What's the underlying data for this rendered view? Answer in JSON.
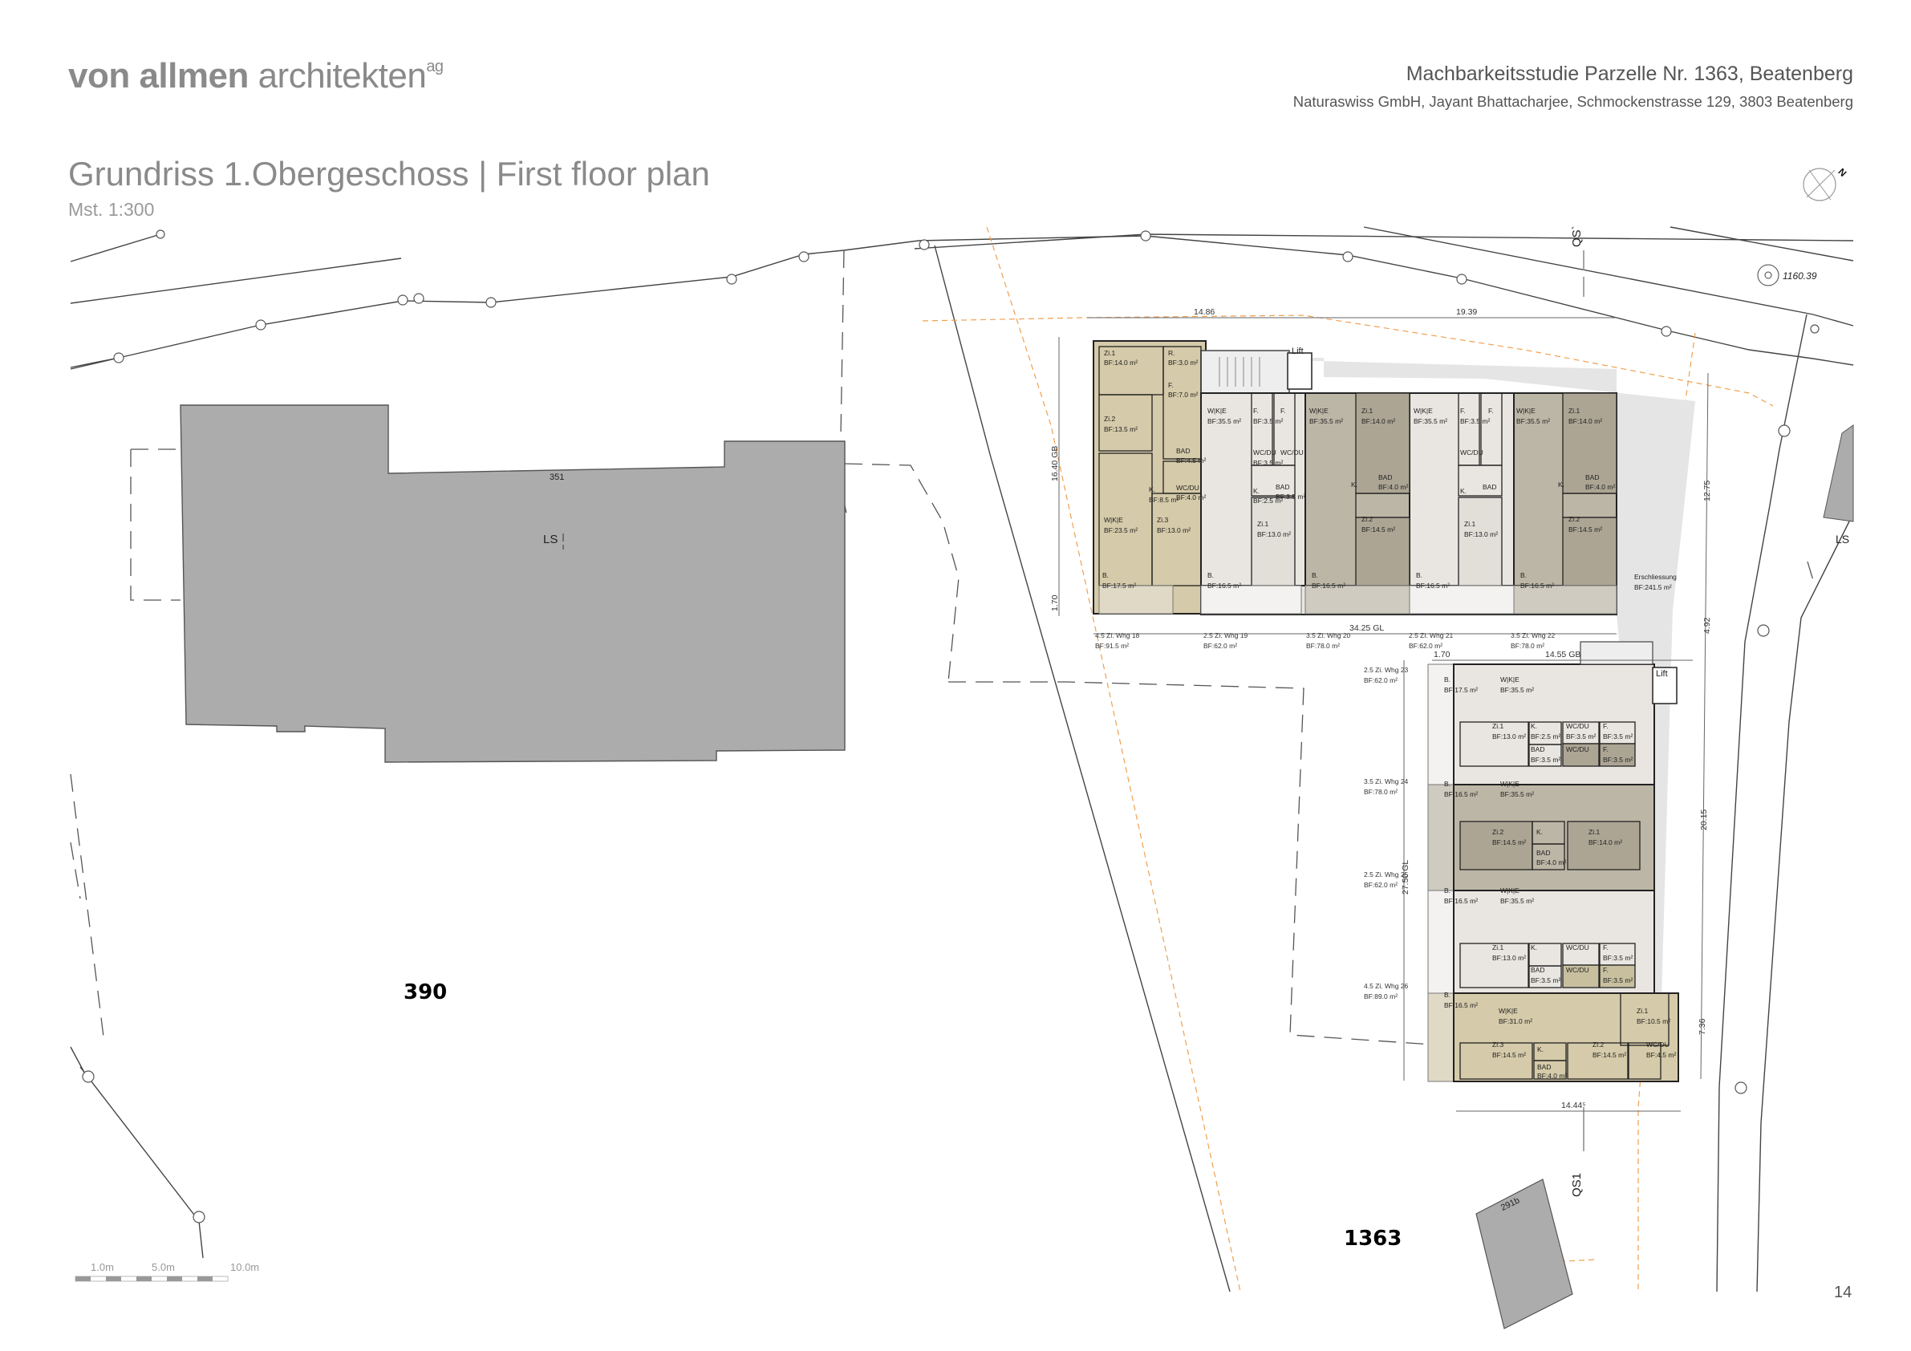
{
  "header": {
    "logo_bold": "von allmen",
    "logo_light": "architekten",
    "logo_sup": "ag",
    "project_title": "Machbarkeitsstudie Parzelle Nr. 1363, Beatenberg",
    "client_line": "Naturaswiss GmbH, Jayant Bhattacharjee, Schmockenstrasse 129, 3803 Beatenberg"
  },
  "plan": {
    "title": "Grundriss 1.Obergeschoss | First floor plan",
    "scale": "Mst. 1:300",
    "north_label": "N",
    "page_number": "14"
  },
  "site": {
    "parcels": [
      "390",
      "1363"
    ],
    "existing_building_label": "351",
    "small_building_label": "291b",
    "ls_label": "LS",
    "elevation_point": "1160.39",
    "section_top": "QS`",
    "section_bottom": "QS1"
  },
  "scale_bar": {
    "labels": [
      "1.0m",
      "5.0m",
      "10.0m"
    ]
  },
  "dimensions": {
    "top_left": "14.86",
    "top_right": "19.39",
    "left_height": "16.40 GB",
    "left_balcony": "1.70",
    "north_length": "34.25 GL",
    "south_balcony": "1.70",
    "south_width": "14.55 GB",
    "south_length": "27.50 GL",
    "south_bottom": "14.44⁵",
    "right_1": "12.75",
    "right_2": "4.92",
    "right_3": "20.15",
    "right_4": "7.36"
  },
  "colors": {
    "unit_4_5": "#d5caa9",
    "unit_2_5": "#e9e6e1",
    "unit_3_5": "#bcb6a6",
    "circulation": "#e5e5e5",
    "balcony_2_5": "#f3f2f0",
    "furniture": "#a8a393",
    "existing_building": "#acacac",
    "setback_line": "#f0a050"
  },
  "north_wing": {
    "units": [
      {
        "name": "4.5 Zi. Whg 18",
        "area": "BF:91.5 m²",
        "rooms": [
          {
            "label": "Zi.1",
            "area": "BF:14.0 m²"
          },
          {
            "label": "R.",
            "area": "BF:3.0 m²"
          },
          {
            "label": "F.",
            "area": "BF:7.0 m²"
          },
          {
            "label": "Zi.2",
            "area": "BF:13.5 m²"
          },
          {
            "label": "BAD",
            "area": "BF:4.5 m²"
          },
          {
            "label": "K.",
            "area": "BF:8.5 m²"
          },
          {
            "label": "WC/DU",
            "area": "BF:4.0 m²"
          },
          {
            "label": "W|K|E",
            "area": "BF:23.5 m²"
          },
          {
            "label": "Zi.3",
            "area": "BF:13.0 m²"
          },
          {
            "label": "B.",
            "area": "BF:17.5 m²"
          }
        ]
      },
      {
        "name": "2.5 Zi. Whg 19",
        "area": "BF:62.0 m²",
        "rooms": [
          {
            "label": "W|K|E",
            "area": "BF:35.5 m²"
          },
          {
            "label": "F.",
            "area": "BF:3.5 m²"
          },
          {
            "label": "WC/DU",
            "area": "BF:3.5 m²"
          },
          {
            "label": "K.",
            "area": "BF:2.5 m²"
          },
          {
            "label": "BAD",
            "area": "BF:3.5 m²"
          },
          {
            "label": "Zi.1",
            "area": "BF:13.0 m²"
          },
          {
            "label": "B.",
            "area": "BF:16.5 m²"
          }
        ]
      },
      {
        "name": "3.5 Zi. Whg 20",
        "area": "BF:78.0 m²",
        "rooms": [
          {
            "label": "F.",
            "area": "BF:3.5 m²"
          },
          {
            "label": "W|K|E",
            "area": "BF:35.5 m²"
          },
          {
            "label": "WC/DU",
            "area": "BF:3.5 m²"
          },
          {
            "label": "Zi.1",
            "area": "BF:14.0 m²"
          },
          {
            "label": "K.",
            "area": "BF:2.5 m²"
          },
          {
            "label": "BAD",
            "area": "BF:4.0 m²"
          },
          {
            "label": "Zi.2",
            "area": "BF:14.5 m²"
          },
          {
            "label": "B.",
            "area": "BF:16.5 m²"
          }
        ]
      },
      {
        "name": "2.5 Zi. Whg 21",
        "area": "BF:62.0 m²",
        "rooms": [
          {
            "label": "W|K|E",
            "area": "BF:35.5 m²"
          },
          {
            "label": "F.",
            "area": "BF:3.5 m²"
          },
          {
            "label": "WC/DU",
            "area": "BF:3.5 m²"
          },
          {
            "label": "K.",
            "area": "BF:2.5 m²"
          },
          {
            "label": "BAD",
            "area": "BF:3.5 m²"
          },
          {
            "label": "Zi.1",
            "area": "BF:13.0 m²"
          },
          {
            "label": "B.",
            "area": "BF:16.5 m²"
          }
        ]
      },
      {
        "name": "3.5 Zi. Whg 22",
        "area": "BF:78.0 m²",
        "rooms": [
          {
            "label": "F.",
            "area": "BF:3.5 m²"
          },
          {
            "label": "W|K|E",
            "area": "BF:35.5 m²"
          },
          {
            "label": "WC/DU",
            "area": "BF:3.5 m²"
          },
          {
            "label": "Zi.1",
            "area": "BF:14.0 m²"
          },
          {
            "label": "K.",
            "area": "BF:2.5 m²"
          },
          {
            "label": "BAD",
            "area": "BF:4.0 m²"
          },
          {
            "label": "Zi.2",
            "area": "BF:14.5 m²"
          },
          {
            "label": "B.",
            "area": "BF:16.5 m²"
          }
        ]
      }
    ],
    "lift_label": "Lift",
    "circulation": {
      "label": "Erschliessung",
      "area": "BF:241.5 m²"
    }
  },
  "south_wing": {
    "lift_label": "Lift",
    "units": [
      {
        "name": "2.5 Zi. Whg 23",
        "area": "BF:62.0 m²",
        "rooms": [
          {
            "label": "B.",
            "area": "BF:17.5 m²"
          },
          {
            "label": "W|K|E",
            "area": "BF:35.5 m²"
          },
          {
            "label": "Zi.1",
            "area": "BF:13.0 m²"
          },
          {
            "label": "K.",
            "area": "BF:2.5 m²"
          },
          {
            "label": "WC/DU",
            "area": "BF:3.5 m²"
          },
          {
            "label": "F.",
            "area": "BF:3.5 m²"
          },
          {
            "label": "BAD",
            "area": "BF:3.5 m²"
          }
        ]
      },
      {
        "name": "3.5 Zi. Whg 24",
        "area": "BF:78.0 m²",
        "rooms": [
          {
            "label": "WC/DU",
            "area": "BF:3.5 m²"
          },
          {
            "label": "F.",
            "area": "BF:3.5 m²"
          },
          {
            "label": "B.",
            "area": "BF:16.5 m²"
          },
          {
            "label": "W|K|E",
            "area": "BF:35.5 m²"
          },
          {
            "label": "Zi.2",
            "area": "BF:14.5 m²"
          },
          {
            "label": "K.",
            "area": "BF:2.5 m²"
          },
          {
            "label": "BAD",
            "area": "BF:4.0 m²"
          },
          {
            "label": "Zi.1",
            "area": "BF:14.0 m²"
          }
        ]
      },
      {
        "name": "2.5 Zi. Whg 25",
        "area": "BF:62.0 m²",
        "rooms": [
          {
            "label": "B.",
            "area": "BF:16.5 m²"
          },
          {
            "label": "W|K|E",
            "area": "BF:35.5 m²"
          },
          {
            "label": "Zi.1",
            "area": "BF:13.0 m²"
          },
          {
            "label": "K.",
            "area": "BF:2.5 m²"
          },
          {
            "label": "WC/DU",
            "area": "BF:3.5 m²"
          },
          {
            "label": "F.",
            "area": "BF:3.5 m²"
          },
          {
            "label": "BAD",
            "area": "BF:3.5 m²"
          }
        ]
      },
      {
        "name": "4.5 Zi. Whg 26",
        "area": "BF:89.0 m²",
        "rooms": [
          {
            "label": "WC/DU",
            "area": "BF:3.5 m²"
          },
          {
            "label": "F.",
            "area": "BF:3.5 m²"
          },
          {
            "label": "B.",
            "area": "BF:16.5 m²"
          },
          {
            "label": "W|K|E",
            "area": "BF:31.0 m²"
          },
          {
            "label": "Zi.1",
            "area": "BF:10.5 m²"
          },
          {
            "label": "Zi.3",
            "area": "BF:14.5 m²"
          },
          {
            "label": "K.",
            "area": "BF:2.5 m²"
          },
          {
            "label": "BAD",
            "area": "BF:4.0 m²"
          },
          {
            "label": "Zi.2",
            "area": "BF:14.5 m²"
          },
          {
            "label": "WC/DU",
            "area": "BF:4.5 m²"
          }
        ]
      }
    ]
  }
}
